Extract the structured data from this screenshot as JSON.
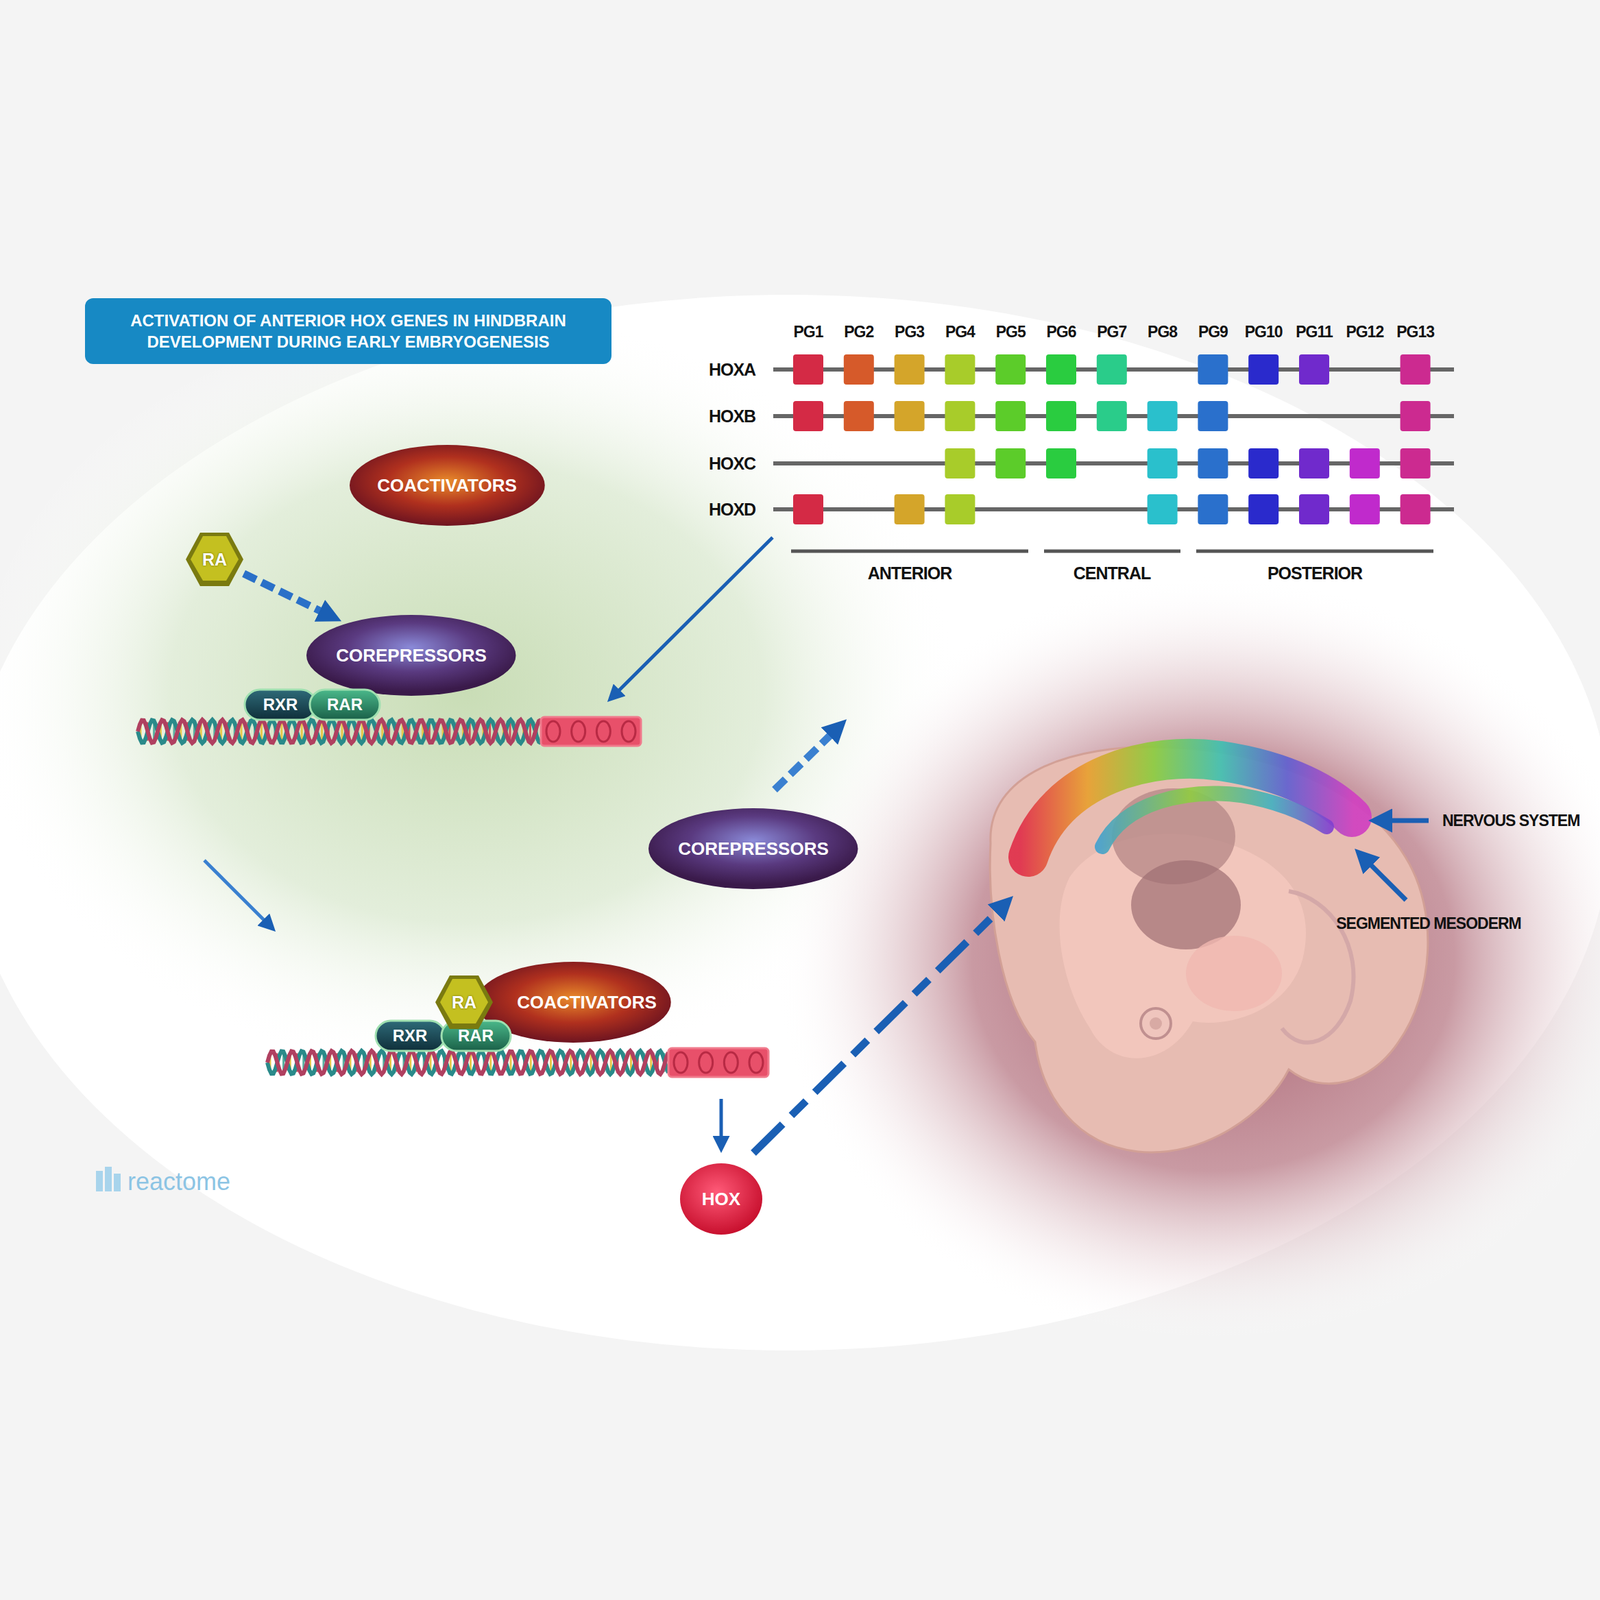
{
  "diagram": {
    "title": "ACTIVATION OF ANTERIOR HOX GENES IN HINDBRAIN DEVELOPMENT DURING EARLY EMBRYOGENESIS",
    "nodes": [
      {
        "text": [
          "COACTIVATORS"
        ]
      },
      {
        "text": [
          "RA"
        ]
      },
      {
        "text": [
          "COREPRESSORS"
        ]
      },
      {
        "text": [
          "RXR"
        ]
      },
      {
        "text": [
          "RAR"
        ]
      },
      {
        "text": [
          "COREPRESSORS"
        ]
      },
      {
        "text": [
          "RA"
        ]
      },
      {
        "text": [
          "COACTIVATORS"
        ]
      },
      {
        "text": [
          "RXR"
        ]
      },
      {
        "text": [
          "RAR"
        ]
      },
      {
        "text": [
          "HOX"
        ]
      }
    ],
    "edges": [
      {
        "from": 1,
        "to": 2,
        "arrow": "to"
      }
    ],
    "labels": [
      "PG1",
      "PG2",
      "PG3",
      "PG4",
      "PG5",
      "PG6",
      "PG7",
      "PG8",
      "PG9",
      "PG10",
      "PG11",
      "PG12",
      "PG13",
      "HOXA",
      "HOXB",
      "HOXC",
      "HOXD",
      "ANTERIOR",
      "CENTRAL",
      "POSTERIOR",
      "NERVOUS SYSTEM",
      "SEGMENTED MESODERM",
      "reactome"
    ]
  }
}
